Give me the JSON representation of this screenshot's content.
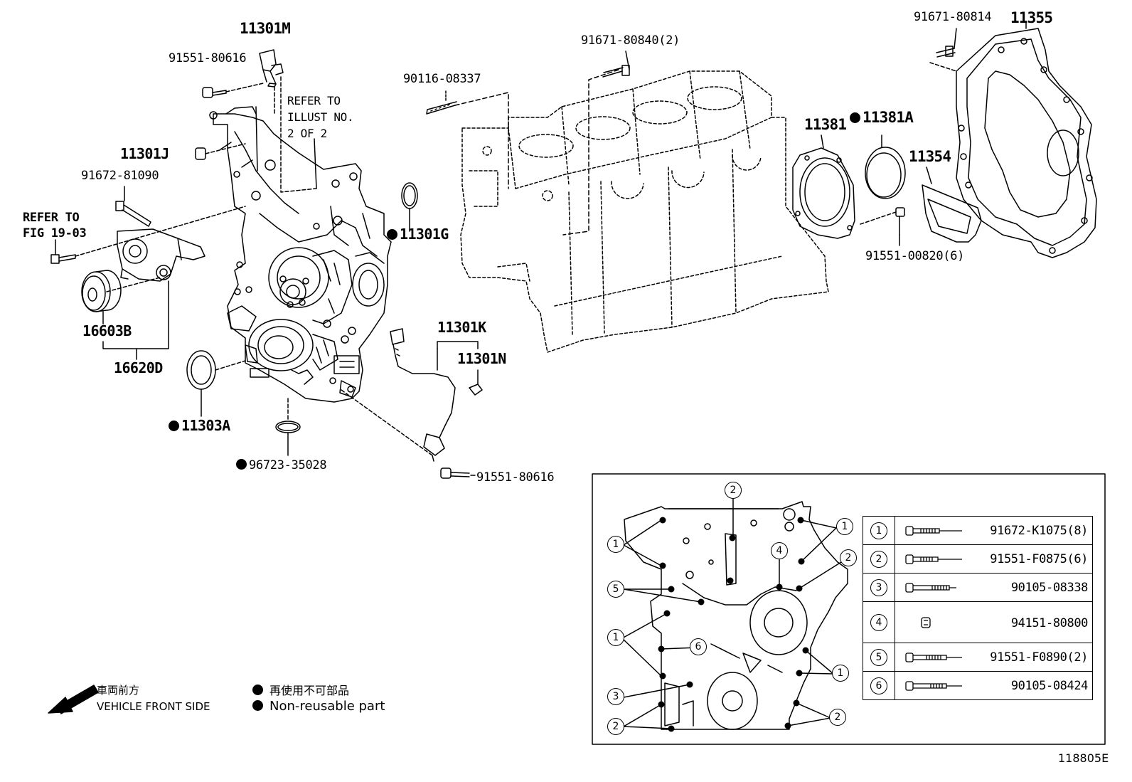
{
  "labels": {
    "p11301M": "11301M",
    "p91551_80616_top": "91551-80616",
    "refer_illust": [
      "REFER TO",
      "ILLUST NO.",
      "2 OF 2"
    ],
    "p11301J": "11301J",
    "p91672_81090": "91672-81090",
    "refer_fig": [
      "REFER TO",
      "FIG 19-03"
    ],
    "p16603B": "16603B",
    "p16620D": "16620D",
    "p11303A": "11303A",
    "p96723_35028": "96723-35028",
    "p90116_08337": "90116-08337",
    "p91671_80840": "91671-80840(2)",
    "p11301G": "11301G",
    "p11301K": "11301K",
    "p11301N": "11301N",
    "p91551_80616_bottom": "91551-80616",
    "p91671_80814": "91671-80814",
    "p11355": "11355",
    "p11381": "11381",
    "p11381A": "11381A",
    "p11354": "11354",
    "p91551_00820": "91551-00820(6)"
  },
  "legend": {
    "front_jp": "車両前方",
    "front_en": "VEHICLE FRONT SIDE",
    "nonreuse_jp": "再使用不可部品",
    "nonreuse_en": "Non-reusable part"
  },
  "bolt_table": [
    {
      "num": "1",
      "part": "91672-K1075(8)"
    },
    {
      "num": "2",
      "part": "91551-F0875(6)"
    },
    {
      "num": "3",
      "part": "90105-08338"
    },
    {
      "num": "4",
      "part": "94151-80800"
    },
    {
      "num": "5",
      "part": "91551-F0890(2)"
    },
    {
      "num": "6",
      "part": "90105-08424"
    }
  ],
  "callouts": [
    "1",
    "1",
    "2",
    "4",
    "2",
    "5",
    "1",
    "6",
    "1",
    "3",
    "2",
    "2"
  ],
  "illustration_id": "118805E"
}
